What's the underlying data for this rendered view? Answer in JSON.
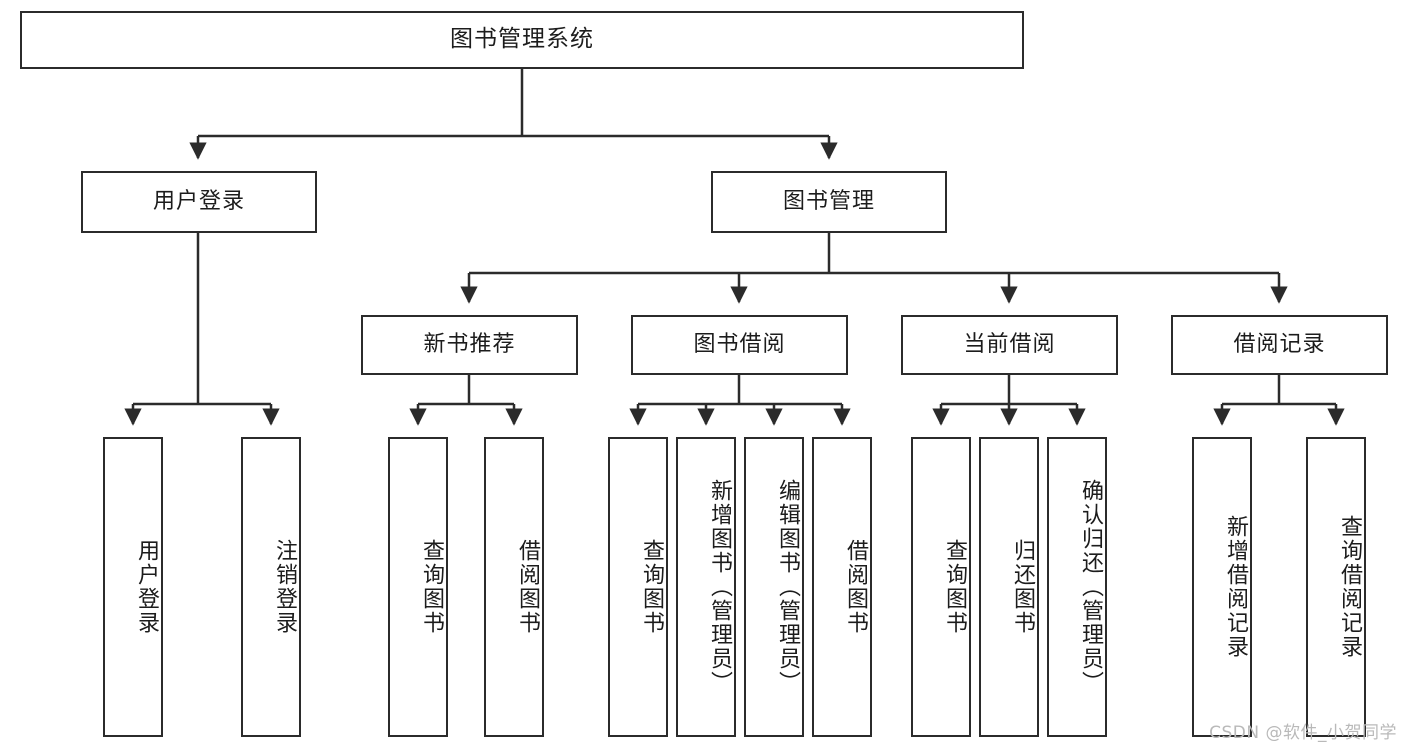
{
  "diagram": {
    "title": "图书管理系统",
    "type": "tree",
    "watermark": "CSDN @软件_小贺同学",
    "colors": {
      "box_border": "#2b2b2b",
      "box_fill": "#ffffff",
      "connector": "#2b2b2b",
      "text": "#1c1c1c",
      "watermark": "#b9b9b9",
      "background": "#ffffff"
    },
    "root": {
      "label": "图书管理系统"
    },
    "level2": [
      {
        "label": "用户登录"
      },
      {
        "label": "图书管理"
      }
    ],
    "level3": [
      {
        "label": "新书推荐"
      },
      {
        "label": "图书借阅"
      },
      {
        "label": "当前借阅"
      },
      {
        "label": "借阅记录"
      }
    ],
    "leaves": {
      "user_login": [
        {
          "label": "用户登录"
        },
        {
          "label": "注销登录"
        }
      ],
      "new_book_recommend": [
        {
          "label": "查询图书"
        },
        {
          "label": "借阅图书"
        }
      ],
      "book_borrow": [
        {
          "label": "查询图书"
        },
        {
          "label": "新增图书（管理员）"
        },
        {
          "label": "编辑图书（管理员）"
        },
        {
          "label": "借阅图书"
        }
      ],
      "current_borrow": [
        {
          "label": "查询图书"
        },
        {
          "label": "归还图书"
        },
        {
          "label": "确认归还（管理员）"
        }
      ],
      "borrow_record": [
        {
          "label": "新增借阅记录"
        },
        {
          "label": "查询借阅记录"
        }
      ]
    }
  }
}
